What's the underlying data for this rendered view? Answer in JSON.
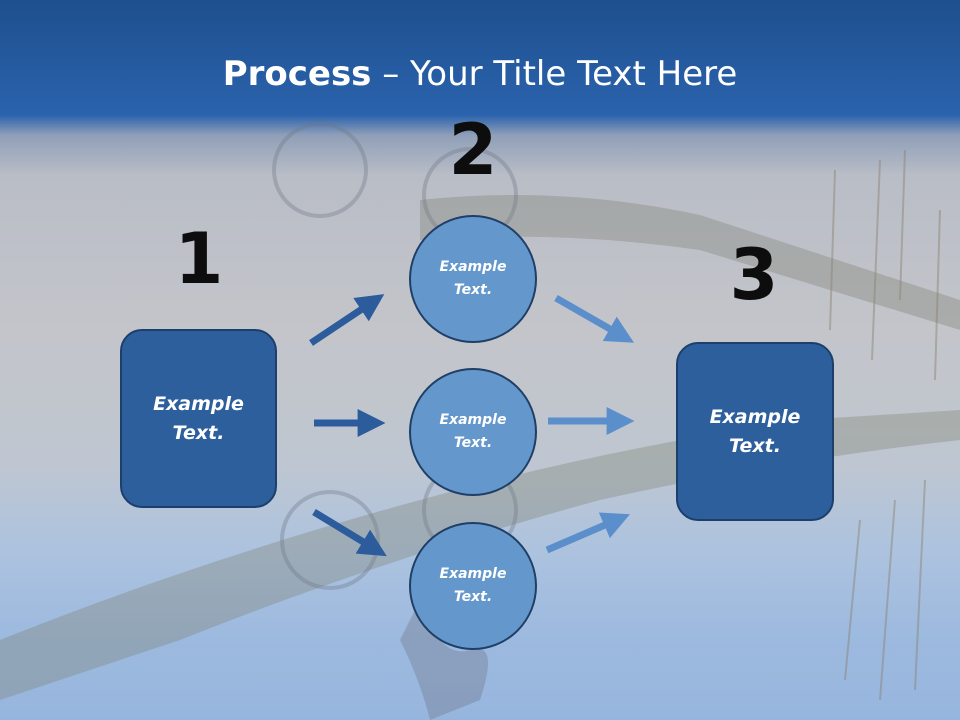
{
  "title": {
    "bold": "Process",
    "rest": " – Your Title Text Here"
  },
  "steps": [
    {
      "number": "1",
      "text": "Example Text."
    },
    {
      "number": "2",
      "text": ""
    },
    {
      "number": "3",
      "text": "Example Text."
    }
  ],
  "circles": [
    {
      "text": "Example Text."
    },
    {
      "text": "Example Text."
    },
    {
      "text": "Example Text."
    }
  ],
  "colors": {
    "dark_box": "#2d5f9d",
    "circle": "#6497cc",
    "arrow_dark": "#2c5c9c",
    "arrow_light": "#5b8fcc"
  }
}
